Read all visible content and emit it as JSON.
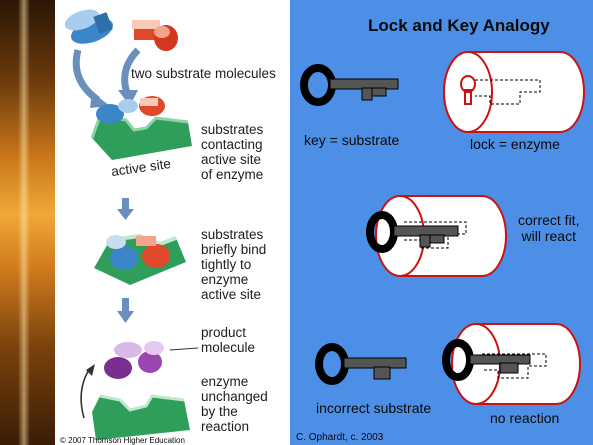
{
  "left_panel": {
    "label_two_substrates": "two substrate molecules",
    "label_contacting": "substrates\ncontacting\nactive site\nof enzyme",
    "label_active_site": "active site",
    "label_briefly_bind": "substrates\nbriefly bind\ntightly to\nenzyme\nactive site",
    "label_product": "product\nmolecule",
    "label_unchanged": "enzyme\nunchanged\nby the\nreaction",
    "credit": "© 2007 Thomson Higher Education"
  },
  "right_panel": {
    "title": "Lock and Key Analogy",
    "label_key": "key = substrate",
    "label_lock": "lock = enzyme",
    "label_correct_fit": "correct fit,\nwill react",
    "label_incorrect": "incorrect substrate",
    "label_no_reaction": "no reaction",
    "credit": "C. Ophardt, c. 2003"
  },
  "colors": {
    "blue_background": "#4d8fe6",
    "enzyme_green": "#2e9e5a",
    "substrate_blue": "#3a86c8",
    "substrate_red": "#e0482a",
    "product_purple": "#8a3aa0",
    "lock_red": "#cc1111",
    "key_gray": "#555555",
    "arrow_blue": "#5b7fa8"
  }
}
